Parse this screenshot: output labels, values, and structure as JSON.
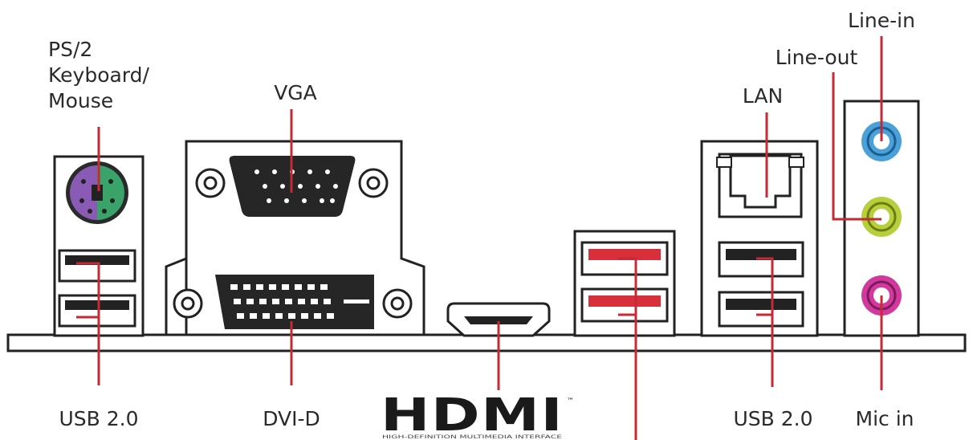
{
  "title": "",
  "labels": {
    "ps2": [
      "PS/2",
      "Keyboard/",
      "Mouse"
    ],
    "vga": "VGA",
    "lan": "LAN",
    "line_out": "Line-out",
    "line_in": "Line-in",
    "usb_left": "USB 2.0",
    "dvi": "DVI-D",
    "usb_right": "USB 2.0",
    "mic": "Mic in",
    "hdmi_logo": "HDMI",
    "hdmi_tm": "™",
    "hdmi_tagline": "HIGH-DEFINITION MULTIMEDIA INTERFACE"
  },
  "colors": {
    "leader": "#c62a35",
    "ps2_keyboard": "#8a5bb5",
    "ps2_mouse": "#3aa36a",
    "usb3_port": "#d8303a",
    "jack_line_in": "#4aa0d8",
    "jack_line_out": "#b7cf3a",
    "jack_mic": "#d13a9c"
  }
}
